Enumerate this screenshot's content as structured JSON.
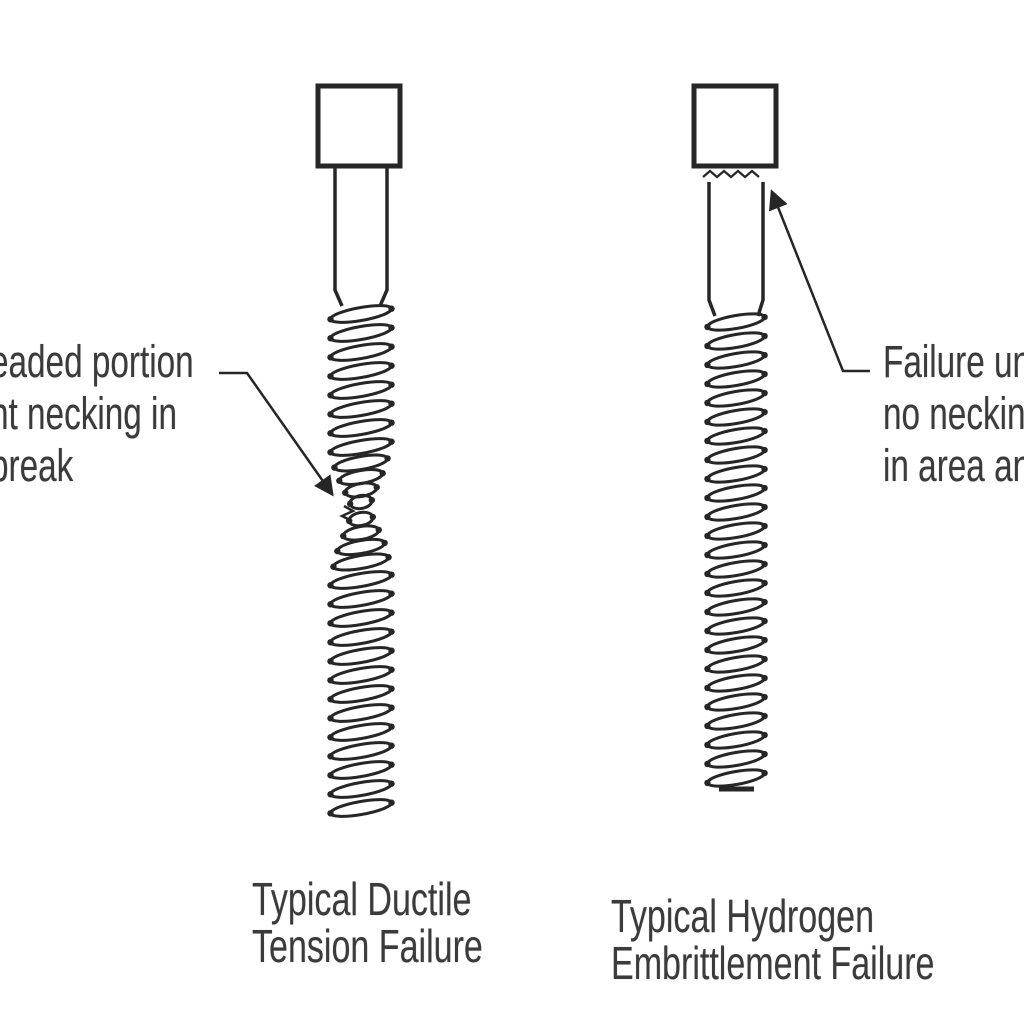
{
  "diagram": {
    "colors": {
      "line": "#262626",
      "text": "#3b3b3b",
      "background": "#ffffff"
    },
    "left_figure": {
      "annotation": {
        "line1": "eaded portion",
        "line2": "nt necking in",
        "line3": "break"
      },
      "caption": {
        "line1": "Typical Ductile",
        "line2": "Tension Failure"
      }
    },
    "right_figure": {
      "annotation": {
        "line1": "Failure un",
        "line2": "no neckin",
        "line3": "in area an"
      },
      "caption": {
        "line1": "Typical Hydrogen",
        "line2": "Embrittlement Failure"
      }
    }
  }
}
